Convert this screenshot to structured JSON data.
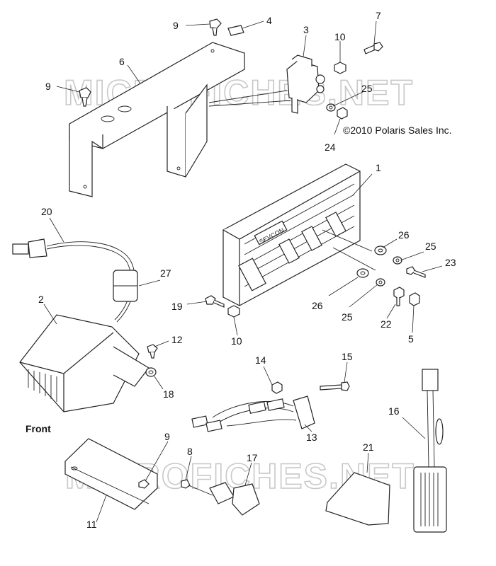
{
  "copyright": "©2010 Polaris Sales Inc.",
  "watermark": "MICROFICHES.NET",
  "brand_on_controller": "SEVCON",
  "front_label": "Front",
  "callouts": [
    "9",
    "4",
    "7",
    "3",
    "10",
    "6",
    "9",
    "25",
    "24",
    "1",
    "20",
    "26",
    "25",
    "23",
    "27",
    "2",
    "19",
    "10",
    "26",
    "25",
    "22",
    "5",
    "12",
    "18",
    "14",
    "15",
    "16",
    "13",
    "9",
    "21",
    "8",
    "17",
    "11"
  ]
}
